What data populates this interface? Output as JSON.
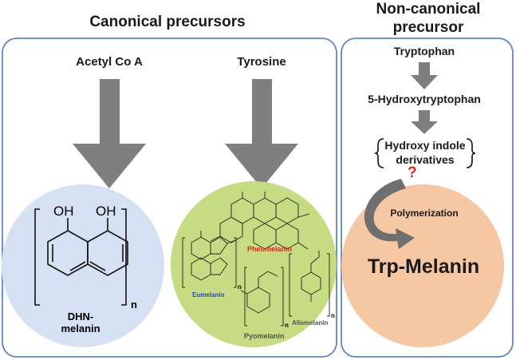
{
  "headers": {
    "canonical": "Canonical precursors",
    "noncanonical_line1": "Non-canonical",
    "noncanonical_line2": "precursor"
  },
  "canonical": {
    "acetyl": "Acetyl Co A",
    "tyrosine": "Tyrosine",
    "dhn_line1": "DHN-",
    "dhn_line2": "melanin",
    "oh_left": "OH",
    "oh_right": "OH",
    "subscript_n": "n",
    "pheomelanin": "Pheomelanin",
    "eumelanin": "Eumelanin",
    "pyomelanin": "Pyomelanin",
    "allomelanin": "Allomelanin"
  },
  "noncanonical": {
    "tryptophan": "Tryptophan",
    "hydroxytryptophan": "5-Hydroxytryptophan",
    "indole_line1": "Hydroxy indole",
    "indole_line2": "derivatives",
    "question": "?",
    "polymerization": "Polymerization",
    "trp_melanin": "Trp-Melanin"
  },
  "colors": {
    "box_border": "#5b86c4",
    "arrow": "#7f7f7f",
    "dhn_circle": "#d6e2f3",
    "tyrosine_circle": "#c5dc82",
    "trp_circle": "#f5c7a3",
    "pheomelanin": "#e0261b",
    "eumelanin": "#1f4fc9",
    "question": "#e0261b"
  }
}
